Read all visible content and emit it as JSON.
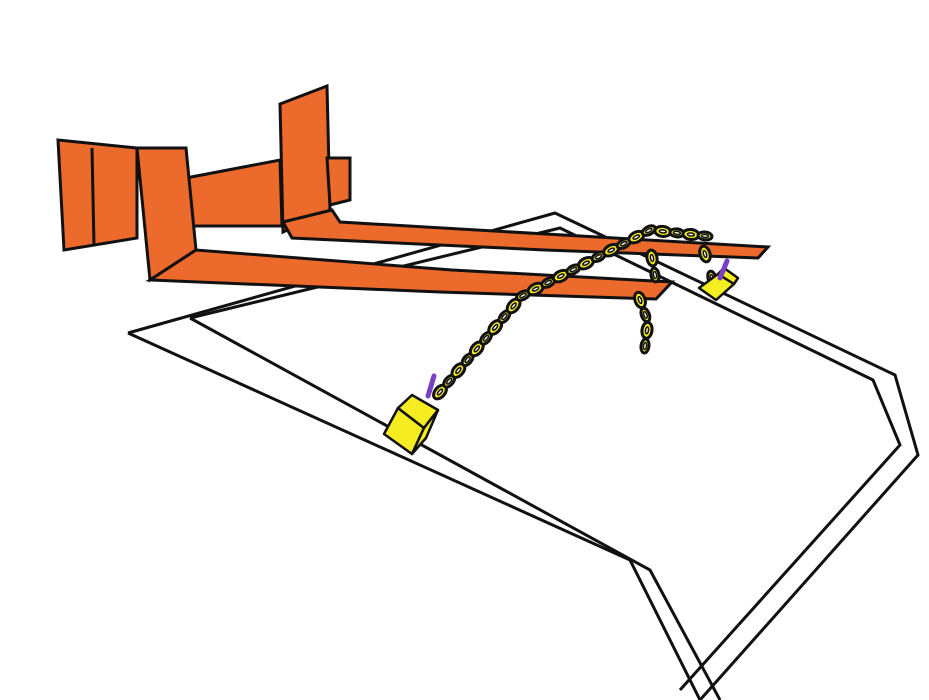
{
  "illustration": {
    "subject": "forklift-forks-with-chain-lifting-attachment",
    "colors": {
      "background": "#ffffff",
      "fork_fill": "#ec6a2c",
      "outline": "#111111",
      "chain_fill": "#f6ec22",
      "hook_block_fill": "#f6ec22",
      "pin_fill": "#7b3fc4"
    },
    "parts": {
      "forks": 2,
      "chain_segments": 3,
      "hook_blocks": 2,
      "pins": 2
    }
  }
}
